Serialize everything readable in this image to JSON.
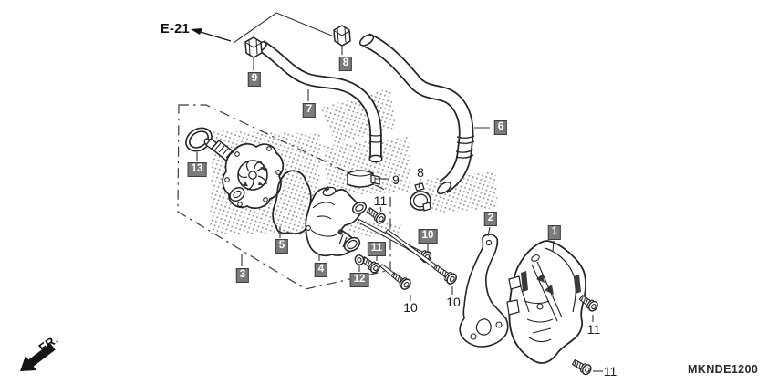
{
  "diagram": {
    "code": "MKNDE1200",
    "section_ref": "E-21",
    "front_marker": "FR.",
    "colors": {
      "line_art": "#242424",
      "label_box_bg": "#7b7b7b",
      "label_box_border": "#3e3e3e",
      "label_box_text": "#ffffff",
      "stipple": "#969696"
    }
  },
  "callouts": {
    "boxed": [
      "9",
      "8",
      "7",
      "6",
      "13",
      "5",
      "3",
      "4",
      "11",
      "12",
      "10",
      "2",
      "1"
    ],
    "plain": [
      "9",
      "8",
      "11",
      "10",
      "10",
      "11",
      "11"
    ]
  }
}
